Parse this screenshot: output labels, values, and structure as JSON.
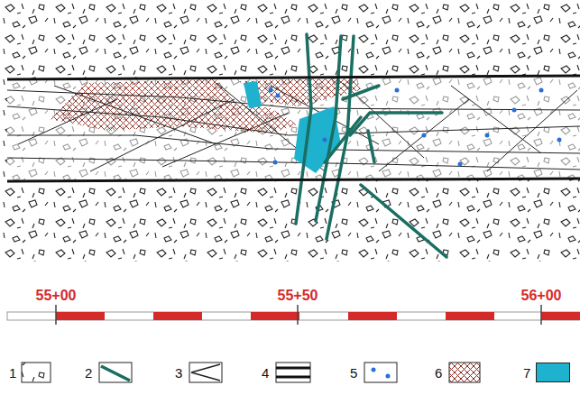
{
  "diagram": {
    "labels": [
      "55+00",
      "55+50",
      "56+00"
    ],
    "legend": [
      {
        "text": "1"
      },
      {
        "text": "2"
      },
      {
        "text": "3"
      },
      {
        "text": "4"
      },
      {
        "text": "5"
      },
      {
        "text": "6"
      },
      {
        "text": "7",
        "color": "#1fb2cf"
      }
    ]
  }
}
